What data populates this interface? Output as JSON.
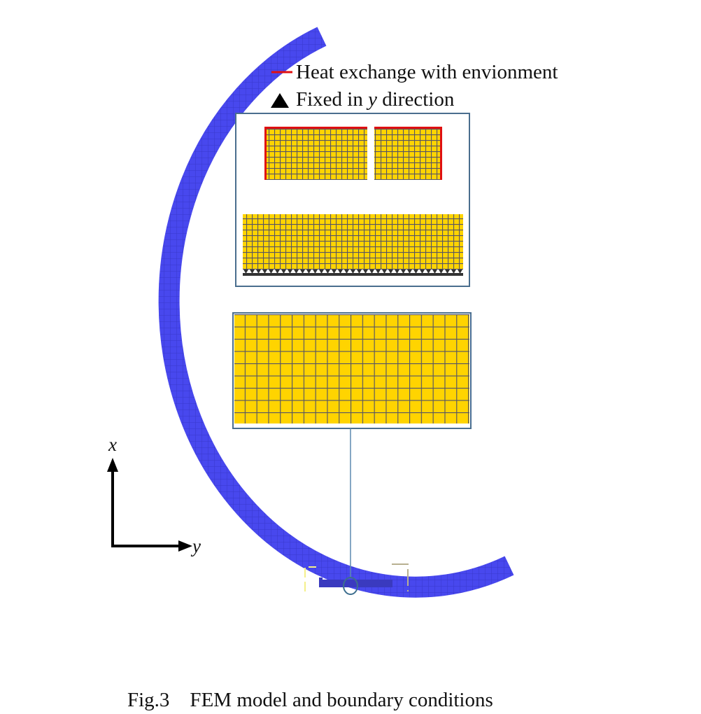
{
  "legend": {
    "heat_exchange": "Heat exchange with envionment",
    "fixed_prefix": "Fixed in ",
    "fixed_var": "y",
    "fixed_suffix": " direction"
  },
  "axes": {
    "x_label": "x",
    "y_label": "y"
  },
  "caption": "Fig.3    FEM model and boundary conditions",
  "colors": {
    "ring": "#4848ee",
    "mesh_fill": "#ffd400",
    "mesh_line": "#555566",
    "heat_boundary": "#e01010",
    "frame": "#4a6e8e"
  }
}
